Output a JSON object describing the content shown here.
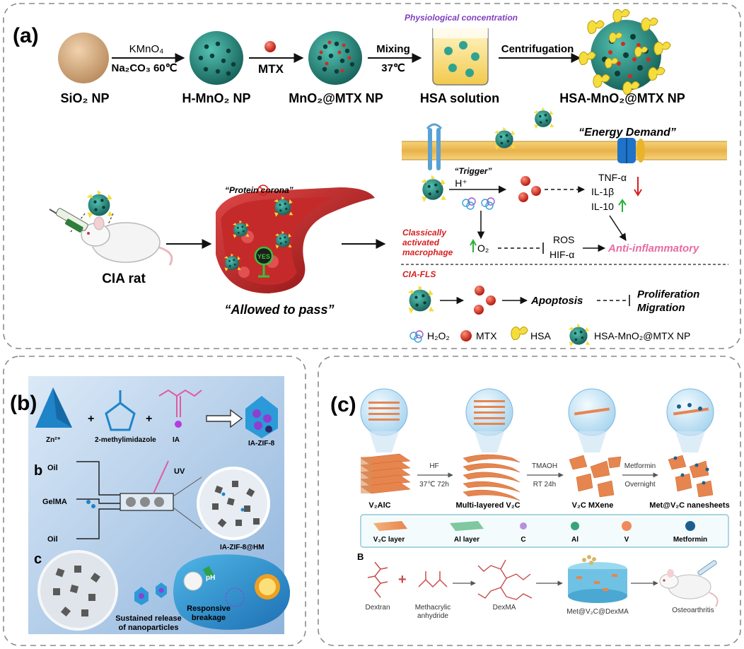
{
  "panel_a": {
    "label": "(a)",
    "synthesis": {
      "sio2": "SiO₂ NP",
      "step1_top": "KMnO₄",
      "step1_bottom": "Na₂CO₃  60℃",
      "hmno2": "H-MnO₂ NP",
      "step2": "MTX",
      "mno2mtx": "MnO₂@MTX NP",
      "step3_top": "Mixing",
      "step3_bottom": "37℃",
      "physio": "Physiological concentration",
      "hsa_solution": "HSA solution",
      "step4": "Centrifugation",
      "final": "HSA-MnO₂@MTX NP"
    },
    "rat": "CIA rat",
    "vessel": {
      "protein_corona": "“Protein corona”",
      "yes": "YES",
      "allowed": "“Allowed to pass”"
    },
    "mechanism": {
      "energy_demand": "“Energy Demand”",
      "trigger": "“Trigger”",
      "h_plus": "H⁺",
      "tnf": "TNF-α",
      "il1b": "IL-1β",
      "il10": "IL-10",
      "classically": "Classically",
      "activated": "activated",
      "macrophage": "macrophage",
      "o2": "O₂",
      "ros": "ROS",
      "hif": "HIF-α",
      "anti": "Anti-inflammatory",
      "ciafls": "CIA-FLS",
      "apoptosis": "Apoptosis",
      "proliferation": "Proliferation",
      "migration": "Migration"
    },
    "legend": {
      "h2o2": "H₂O₂",
      "mtx": "MTX",
      "hsa": "HSA",
      "np": "HSA-MnO₂@MTX NP"
    }
  },
  "panel_b": {
    "label": "(b)",
    "zn": "Zn²⁺",
    "plus1": "+",
    "mim": "2-methylimidazole",
    "plus2": "+",
    "ia": "IA",
    "iazif": "IA-ZIF-8",
    "sub_b": "b",
    "oil_top": "Oil",
    "gelma": "GelMA",
    "oil_bottom": "Oil",
    "uv": "UV",
    "iazifhm": "IA-ZIF-8@HM",
    "sub_c": "c",
    "sustained1": "Sustained release",
    "sustained2": "of nanoparticles",
    "responsive1": "Responsive",
    "responsive2": "breakage",
    "ph": "pH"
  },
  "panel_c": {
    "label": "(c)",
    "v2alc": "V₂AlC",
    "hf": "HF",
    "hf_cond": "37℃ 72h",
    "multi": "Multi-layered V₂C",
    "tmaoh": "TMAOH",
    "tmaoh_cond": "RT 24h",
    "mxene": "V₂C MXene",
    "metformin_step": "Metformin",
    "overnight": "Overnight",
    "metv2c": "Met@V₂C nanesheets",
    "legend": {
      "v2c": "V₂C layer",
      "al_layer": "Al layer",
      "c": "C",
      "al": "Al",
      "v": "V",
      "metformin": "Metformin"
    },
    "sub_B": "B",
    "dextran": "Dextran",
    "plus": "+",
    "methacrylic1": "Methacrylic",
    "methacrylic2": "anhydride",
    "dexma": "DexMA",
    "metdexma": "Met@V₂C@DexMA",
    "oa": "Osteoarthritis"
  }
}
